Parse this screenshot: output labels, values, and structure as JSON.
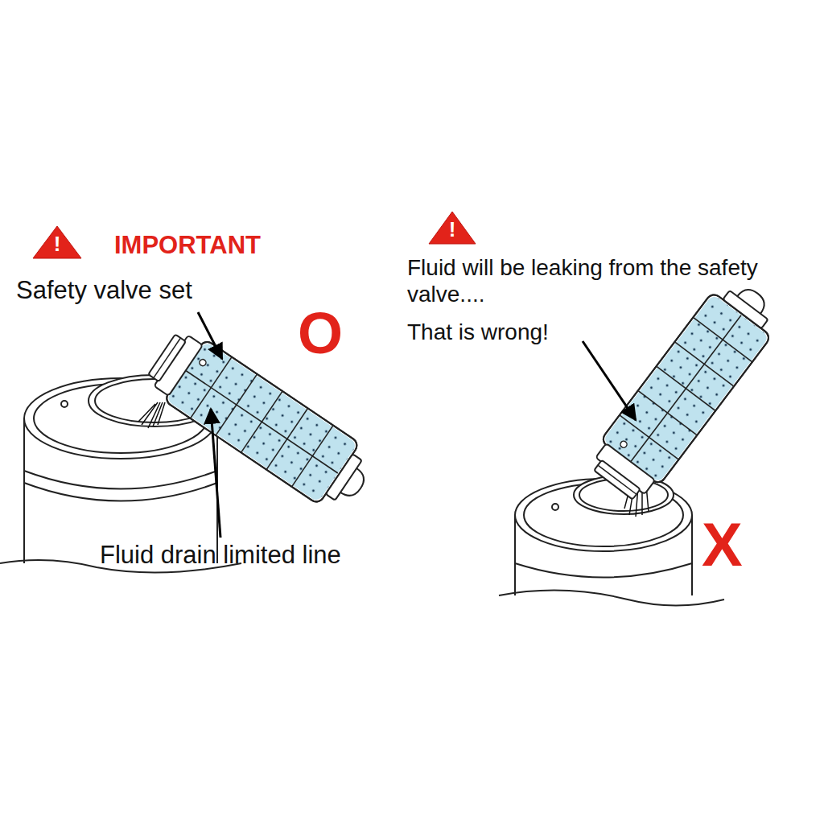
{
  "diagram": {
    "nodes": [
      {
        "text": [
          "!"
        ]
      },
      {
        "text": [
          "!"
        ]
      }
    ],
    "labels": [
      "IMPORTANT",
      "Safety valve set",
      "O",
      "Fluid drain limited line",
      "Fluid will be leaking from the safety valve....",
      "That is wrong!",
      "X"
    ]
  }
}
